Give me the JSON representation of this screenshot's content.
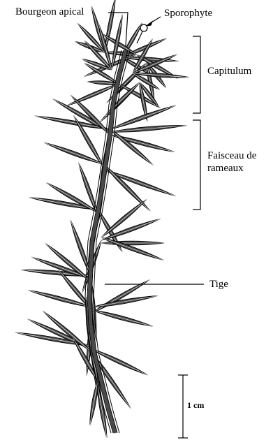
{
  "labels": {
    "apical_bud": "Bourgeon apical",
    "sporophyte": "Sporophyte",
    "capitulum": "Capitulum",
    "branch_fascicle": "Faisceau de\nrameaux",
    "stem": "Tige",
    "scale_bar": "1 cm"
  },
  "colors": {
    "ink": "#000000",
    "fill": "#4a4a4a",
    "background": "#ffffff"
  }
}
